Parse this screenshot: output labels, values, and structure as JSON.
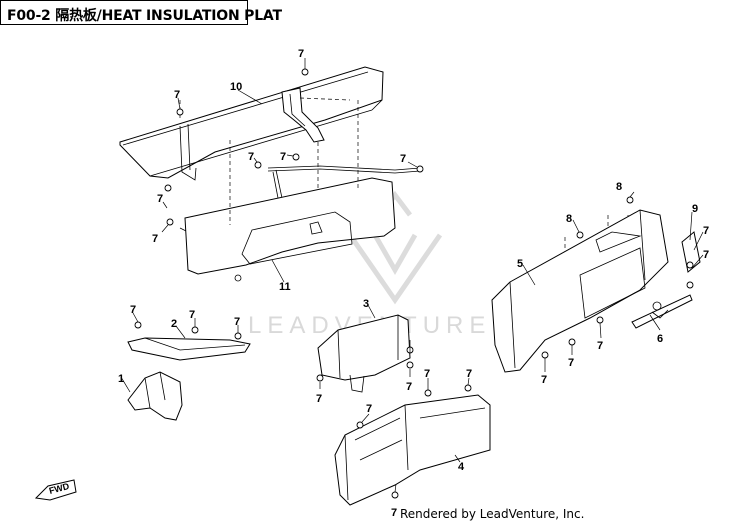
{
  "header": {
    "title": "F00-2 隔热板/HEAT INSULATION PLAT"
  },
  "footer": {
    "credit": "Rendered by LeadVenture, Inc."
  },
  "watermark": {
    "text": "LEADVENTURE"
  },
  "fwd_label": "FWD",
  "callouts": {
    "c1": "1",
    "c2": "2",
    "c3": "3",
    "c4": "4",
    "c5": "5",
    "c6": "6",
    "c8a": "8",
    "c8b": "8",
    "c9": "9",
    "c10": "10",
    "c11": "11",
    "c7_a": "7",
    "c7_b": "7",
    "c7_c": "7",
    "c7_d": "7",
    "c7_e": "7",
    "c7_f": "7",
    "c7_g": "7",
    "c7_h": "7",
    "c7_i": "7",
    "c7_j": "7",
    "c7_k": "7",
    "c7_l": "7",
    "c7_m": "7",
    "c7_n": "7",
    "c7_o": "7",
    "c7_p": "7",
    "c7_q": "7",
    "c7_r": "7",
    "c7_s": "7",
    "c7_t": "7",
    "c7_u": "7"
  },
  "colors": {
    "line": "#000000",
    "background": "#ffffff",
    "watermark": "#d9d9d9"
  }
}
